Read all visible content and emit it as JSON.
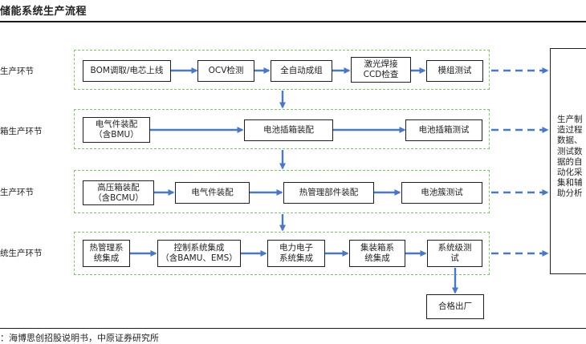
{
  "title": "储能系统生产流程",
  "source": "：海博思创招股说明书，中原证券研究所",
  "stages": [
    {
      "label": "生产环节",
      "boxes": [
        "BOM调取/电芯上线",
        "OCV检测",
        "全自动成组",
        "激光焊接\nCCD检查",
        "模组测试"
      ]
    },
    {
      "label": "箱生产环节",
      "boxes": [
        "电气件装配\n（含BMU）",
        "电池插箱装配",
        "电池插箱测试"
      ]
    },
    {
      "label": "生产环节",
      "boxes": [
        "高压箱装配\n（含BCMU）",
        "电气件装配",
        "热管理部件装配",
        "电池簇测试"
      ]
    },
    {
      "label": "统生产环节",
      "boxes": [
        "热管理系\n统集成",
        "控制系统集成\n（含BAMU、EMS）",
        "电力电子\n系统集成",
        "集装箱系\n统集成",
        "系统级测\n试"
      ]
    }
  ],
  "output_box": "合格出厂",
  "side_panel": "生产制\n造过程\n数据、\n测试数\n据的自\n动化采\n集和辅\n助分析",
  "colors": {
    "flow_arrow": "#4a78c2",
    "band_border": "#7fc36b",
    "box_border": "#1f1f1f"
  }
}
